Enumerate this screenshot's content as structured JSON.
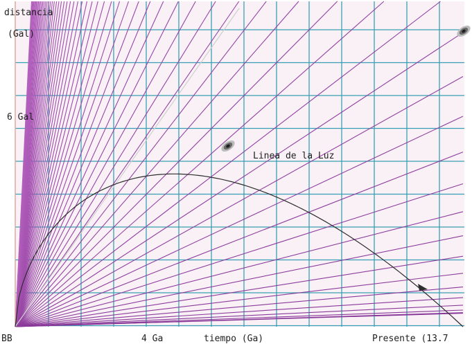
{
  "labels": {
    "y_axis_line1": "distancia",
    "y_axis_line2": "(Gal)",
    "y_tick_mid": "6 Gal",
    "x_origin": "BB",
    "x_tick_mid": "4 Ga",
    "x_axis_title": "tiempo (Ga)",
    "x_end": "Presente (13.7",
    "curve_label": "Linea de la Luz"
  },
  "colors": {
    "background": "#f9f1f6",
    "grid": "#3a9fb4",
    "worldline_dark": "#7a2a8c",
    "worldline_light": "#cc78d2",
    "light_cone": "#2d2d2d",
    "faint_line": "#cfcfcf",
    "axis_left": "#e3a7a0"
  },
  "icons": [
    "galaxy-icon",
    "galaxy-icon",
    "arrowhead-icon"
  ]
}
